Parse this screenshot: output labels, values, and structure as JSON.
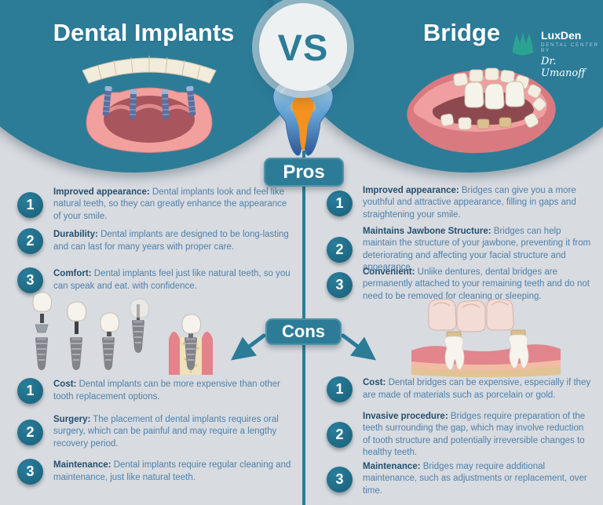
{
  "header": {
    "left_title": "Dental Implants",
    "vs": "VS",
    "right_title": "Bridge",
    "logo": {
      "brand": "LuxDen",
      "tagline": "DENTAL CENTER BY",
      "doctor": "Dr. Umanoff"
    }
  },
  "colors": {
    "teal": "#2c7c98",
    "number_circle": "#1d6882",
    "heading_text": "#25506f",
    "body_text": "#4f81aa",
    "background": "#d8dbe0",
    "logo_green": "#2aa491"
  },
  "pros": {
    "label": "Pros",
    "implants": [
      {
        "num": "1",
        "title": "Improved appearance:",
        "desc": "Dental implants look and feel like natural teeth, so they can greatly enhance the appearance of your smile."
      },
      {
        "num": "2",
        "title": "Durability:",
        "desc": "Dental implants are designed to be long-lasting and can last for many years with proper care."
      },
      {
        "num": "3",
        "title": "Comfort:",
        "desc": "Dental implants feel just like natural teeth, so you can speak and eat. with confidence."
      }
    ],
    "bridge": [
      {
        "num": "1",
        "title": "Improved appearance:",
        "desc": "Bridges can give you a more youthful and attractive appearance, filling in gaps and straightening your smile."
      },
      {
        "num": "2",
        "title": "Maintains Jawbone Structure:",
        "desc": "Bridges can help maintain the structure of your jawbone, preventing it from deteriorating and affecting your facial structure and appearance."
      },
      {
        "num": "3",
        "title": "Convenient:",
        "desc": "Unlike dentures, dental bridges are permanently attached to your remaining teeth and do not need to be removed for cleaning or sleeping."
      }
    ]
  },
  "cons": {
    "label": "Cons",
    "implants": [
      {
        "num": "1",
        "title": "Cost:",
        "desc": "Dental implants can be more expensive than other tooth replacement options."
      },
      {
        "num": "2",
        "title": "Surgery:",
        "desc": "The placement of dental implants requires oral surgery, which can be painful and may require a lengthy recovery period."
      },
      {
        "num": "3",
        "title": "Maintenance:",
        "desc": "Dental implants require regular cleaning and maintenance, just like natural teeth."
      }
    ],
    "bridge": [
      {
        "num": "1",
        "title": "Cost:",
        "desc": "Dental bridges can be expensive, especially if they are made of materials such as porcelain or gold."
      },
      {
        "num": "2",
        "title": "Invasive procedure:",
        "desc": "Bridges require preparation of the teeth surrounding the gap, which may involve reduction of tooth structure and potentially irreversible changes to healthy teeth."
      },
      {
        "num": "3",
        "title": "Maintenance:",
        "desc": "Bridges may require additional maintenance, such as adjustments or replacement, over time."
      }
    ]
  }
}
